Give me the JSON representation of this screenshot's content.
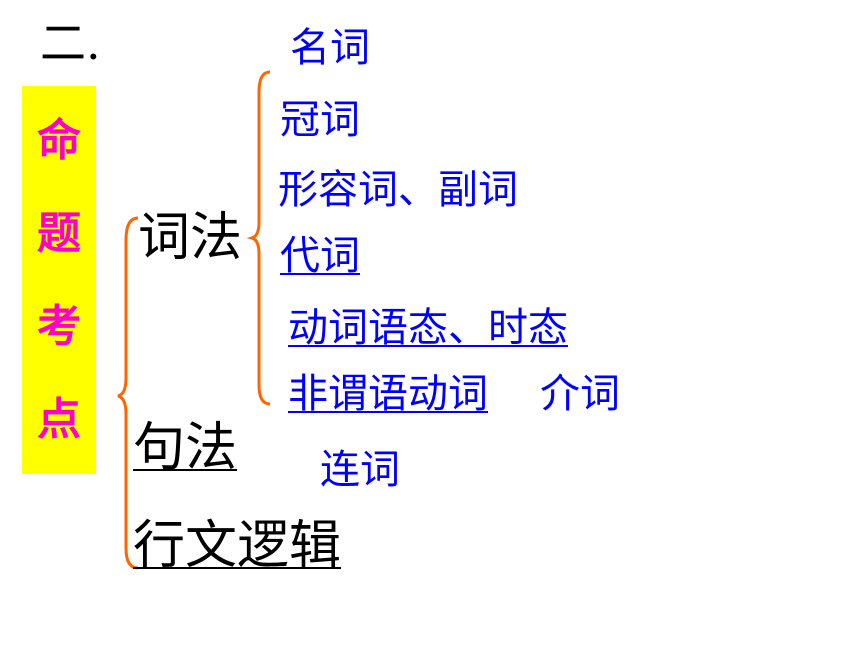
{
  "heading": "二.",
  "side_label": [
    "命",
    "题",
    "考",
    "点"
  ],
  "categories": {
    "lexis": "词法",
    "syntax": "句法",
    "logic": "行文逻辑"
  },
  "lexis_items": {
    "noun": "名词",
    "article": "冠词",
    "adj_adv": "形容词、副词",
    "pronoun": "代词",
    "verb_voice_tense": "动词语态、时态",
    "nonfinite_verb": "非谓语动词",
    "preposition": "介词"
  },
  "syntax_items": {
    "conjunction": "连词"
  },
  "colors": {
    "badge_bg": "#ffff00",
    "badge_text": "#ff00cc",
    "brace": "#ff6600",
    "item_text": "#0000ff"
  }
}
